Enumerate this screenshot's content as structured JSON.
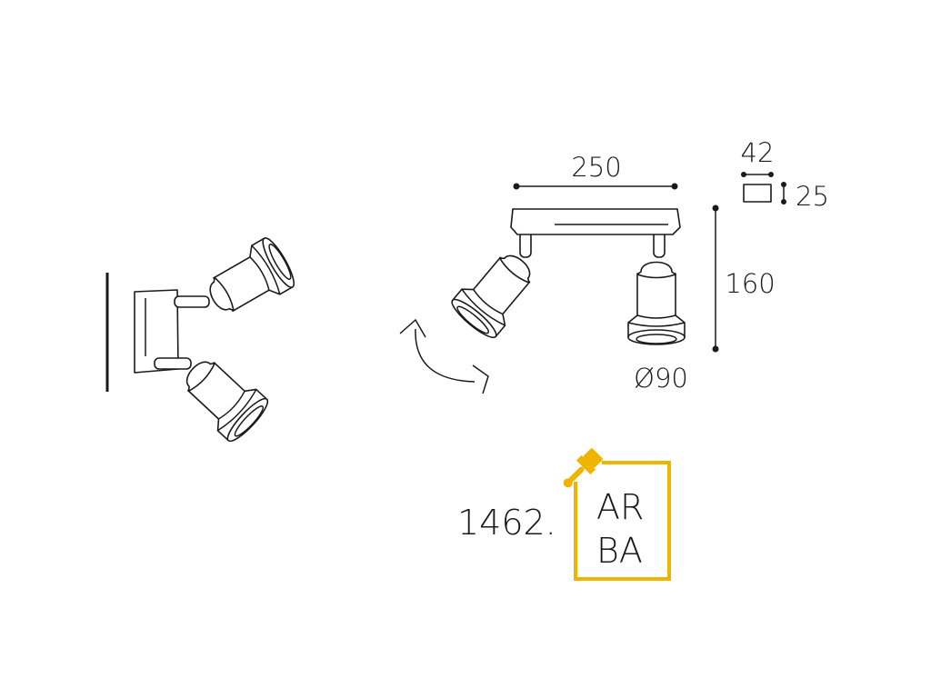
{
  "dimensions": {
    "width": "250",
    "height": "160",
    "diameter": "Ø90",
    "canopy_width": "42",
    "canopy_depth": "25"
  },
  "product_code": "1462.",
  "finish_badge": {
    "line1": "AR",
    "line2": "BA",
    "color": "#f0b400"
  },
  "icons": [
    "rotate-arrow-icon",
    "paint-brush-icon"
  ]
}
